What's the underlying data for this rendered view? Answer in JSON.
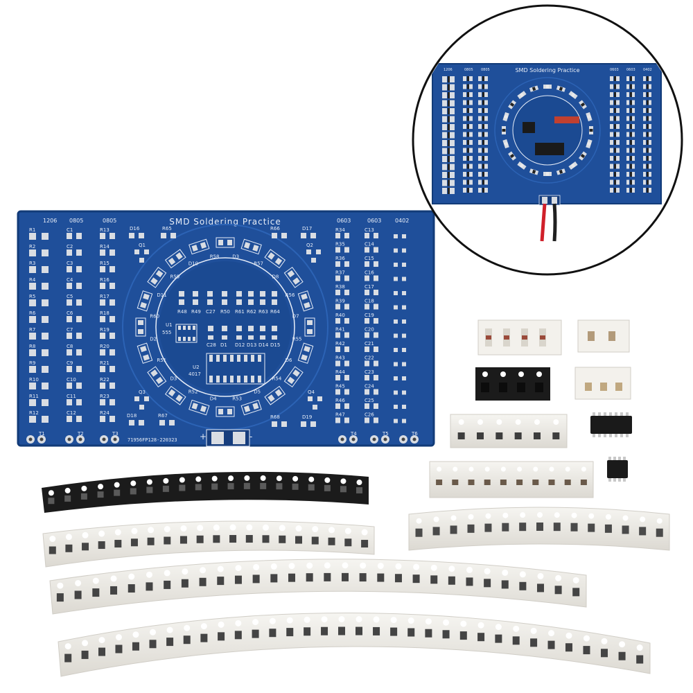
{
  "board": {
    "title": "SMD Soldering Practice",
    "part_number": "71956FP128-220323",
    "plus_label": "+",
    "minus_label": "-",
    "size_labels": [
      "1206",
      "0805",
      "0805",
      "0603",
      "0603",
      "0402"
    ],
    "col1_labels": [
      "R1",
      "R2",
      "R3",
      "R4",
      "R5",
      "R6",
      "R7",
      "R8",
      "R9",
      "R10",
      "R11",
      "R12"
    ],
    "col2_labels": [
      "C1",
      "C2",
      "C3",
      "C4",
      "C5",
      "C6",
      "C7",
      "C8",
      "C9",
      "C10",
      "C11",
      "C12"
    ],
    "col3_labels": [
      "R13",
      "R14",
      "R15",
      "R16",
      "R17",
      "R18",
      "R19",
      "R20",
      "R21",
      "R22",
      "R23",
      "R24"
    ],
    "col4_labels": [
      "R34",
      "R35",
      "R36",
      "R37",
      "R38",
      "R39",
      "R40",
      "R41",
      "R42",
      "R43",
      "R44",
      "R45",
      "R46",
      "R47"
    ],
    "col5_labels": [
      "C13",
      "C14",
      "C15",
      "C16",
      "C17",
      "C18",
      "C19",
      "C20",
      "C21",
      "C22",
      "C23",
      "C24",
      "C25",
      "C26"
    ],
    "center_top_labels": [
      "R48",
      "R49",
      "C27",
      "R50",
      "R61",
      "R62",
      "R63",
      "R64"
    ],
    "diode_labels": [
      "C28",
      "D1",
      "D12",
      "D13",
      "D14",
      "D15"
    ],
    "u1_labels": [
      "U1",
      "555"
    ],
    "u2_labels": [
      "U2",
      "4017"
    ],
    "ring_labels": [
      "D3",
      "R57",
      "D8",
      "R56",
      "D7",
      "R55",
      "D6",
      "R54",
      "D5",
      "R53",
      "D4",
      "R52",
      "D3",
      "R51",
      "D2",
      "R60",
      "D11",
      "R59",
      "D10",
      "R58"
    ],
    "misc_labels": [
      "D16",
      "R65",
      "Q1",
      "R66",
      "D17",
      "Q2",
      "D18",
      "R67",
      "Q3",
      "R68",
      "D19",
      "Q4"
    ],
    "terminal_labels": [
      "T1",
      "T2",
      "T3",
      "T4",
      "T5",
      "T6"
    ]
  },
  "inset": {
    "title": "SMD Soldering Practice",
    "size_labels": [
      "1206",
      "0805",
      "0805",
      "0603",
      "0603",
      "0402"
    ]
  },
  "colors": {
    "pcb_blue": "#1f4f9a",
    "pcb_dark": "#163d7d",
    "pad_silver": "#d9dde3",
    "silkscreen": "#e8eef8",
    "tape_white": "#f1efe9",
    "tape_black": "#1b1b1b",
    "ic_black": "#1a1a1a",
    "wire_red": "#d0202a"
  }
}
